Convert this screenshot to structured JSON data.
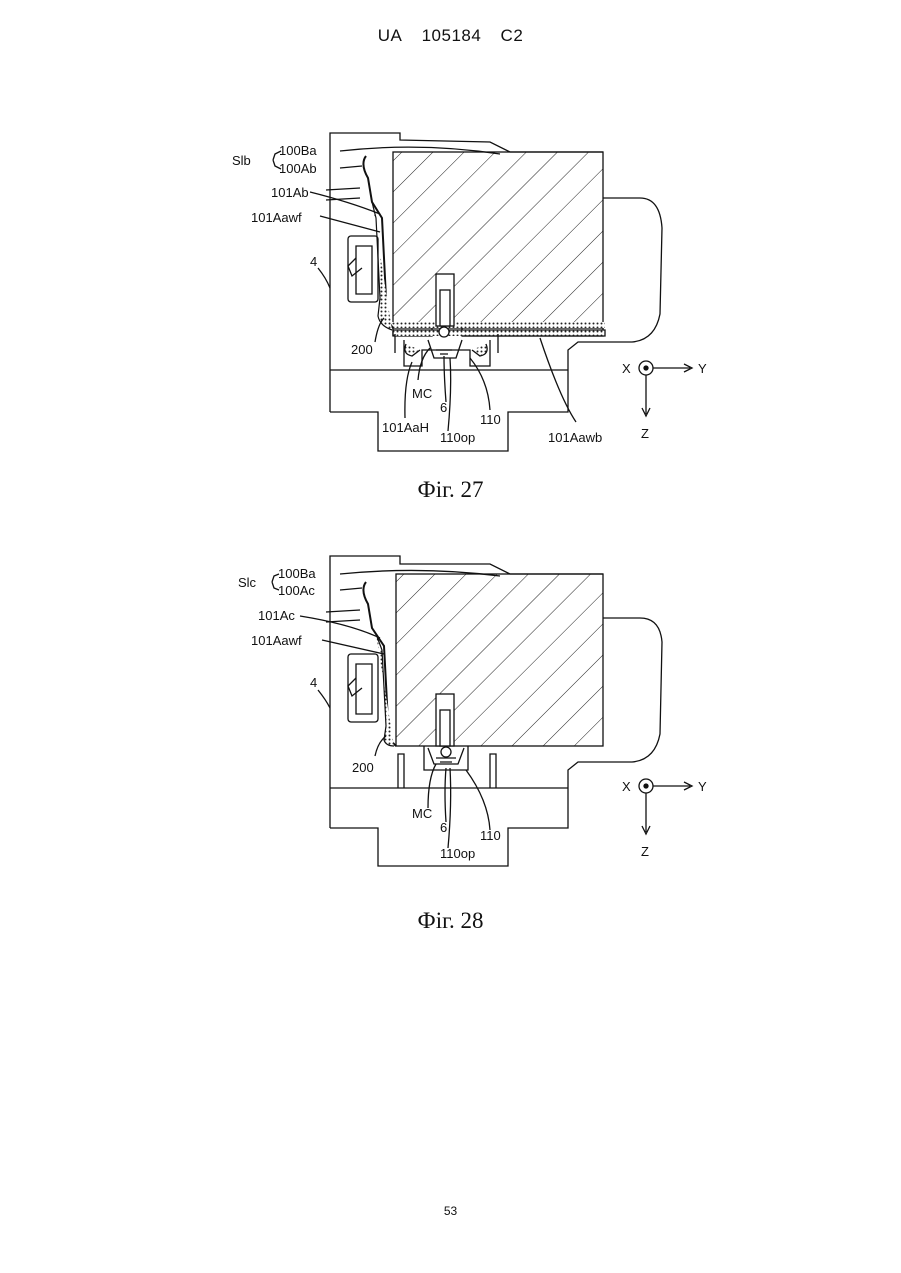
{
  "header": {
    "country": "UA",
    "number": "105184",
    "kind": "C2"
  },
  "figure27": {
    "caption": "Фіг. 27",
    "labels": {
      "group": "Slb",
      "l100Ba": "100Ba",
      "l100Ab": "100Ab",
      "l101Ab": "101Ab",
      "l101Aawf": "101Aawf",
      "l4": "4",
      "l200": "200",
      "lMC": "MC",
      "l6": "6",
      "l110": "110",
      "l101AaH": "101AaH",
      "l110op": "110op",
      "l101Aawb": "101Aawb",
      "axX": "X",
      "axY": "Y",
      "axZ": "Z"
    }
  },
  "figure28": {
    "caption": "Фіг. 28",
    "labels": {
      "group": "Slc",
      "l100Ba": "100Ba",
      "l100Ac": "100Ac",
      "l101Ac": "101Ac",
      "l101Aawf": "101Aawf",
      "l4": "4",
      "l200": "200",
      "lMC": "MC",
      "l6": "6",
      "l110": "110",
      "l110op": "110op",
      "axX": "X",
      "axY": "Y",
      "axZ": "Z"
    }
  },
  "page_number": "53"
}
